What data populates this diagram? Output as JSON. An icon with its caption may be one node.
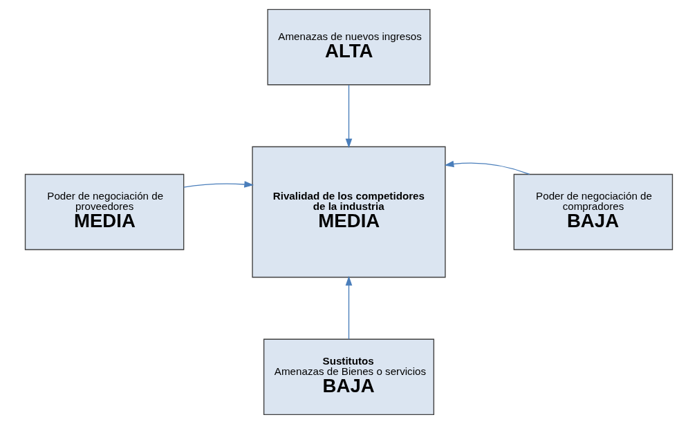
{
  "diagram": {
    "nodes": [
      {
        "text": [
          "Amenazas de nuevos ingresos",
          "ALTA"
        ]
      },
      {
        "text": [
          "Poder de negociación de proveedores",
          "MEDIA"
        ]
      },
      {
        "text": [
          "Rivalidad de los competidores de la industria",
          "MEDIA"
        ]
      },
      {
        "text": [
          "Poder de negociación de compradores",
          "BAJA"
        ]
      },
      {
        "text": [
          "Sustitutos",
          "Amenazas de Bienes o servicios",
          "BAJA"
        ]
      }
    ],
    "edges": [
      {
        "from": 0,
        "to": 2,
        "arrow": "to"
      },
      {
        "from": 1,
        "to": 2,
        "arrow": "to"
      },
      {
        "from": 3,
        "to": 2,
        "arrow": "to"
      },
      {
        "from": 4,
        "to": 2,
        "arrow": "to"
      }
    ]
  }
}
